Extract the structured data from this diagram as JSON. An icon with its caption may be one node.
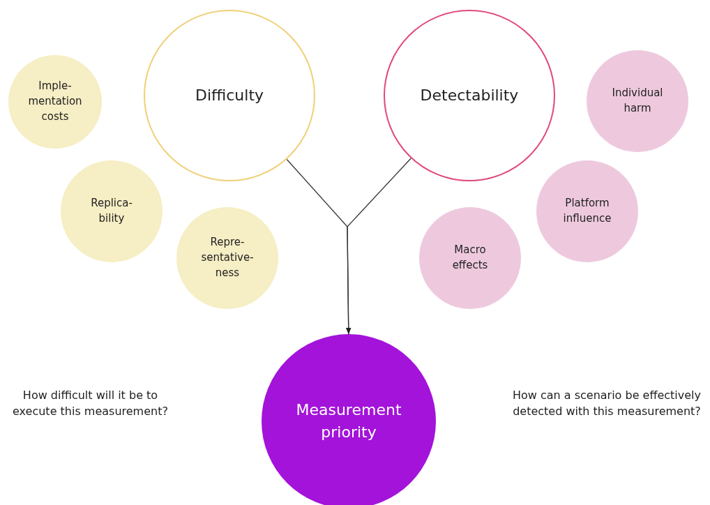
{
  "diagram": {
    "nodes": [
      {
        "text": [
          "Difficulty"
        ]
      },
      {
        "text": [
          "Imple- mentation costs"
        ]
      },
      {
        "text": [
          "Replica- bility"
        ]
      },
      {
        "text": [
          "Repre- sentative- ness"
        ]
      },
      {
        "text": [
          "Detectability"
        ]
      },
      {
        "text": [
          "Individual harm"
        ]
      },
      {
        "text": [
          "Platform influence"
        ]
      },
      {
        "text": [
          "Macro effects"
        ]
      },
      {
        "text": [
          "Measurement priority"
        ]
      }
    ],
    "edges": [
      {
        "from": 0,
        "to": 8,
        "arrow": "to"
      },
      {
        "from": 4,
        "to": 8,
        "arrow": "to"
      }
    ],
    "labels": [
      "How difficult will it be to execute this measurement?",
      "How can a scenario be effectively detected with this measurement?"
    ]
  }
}
